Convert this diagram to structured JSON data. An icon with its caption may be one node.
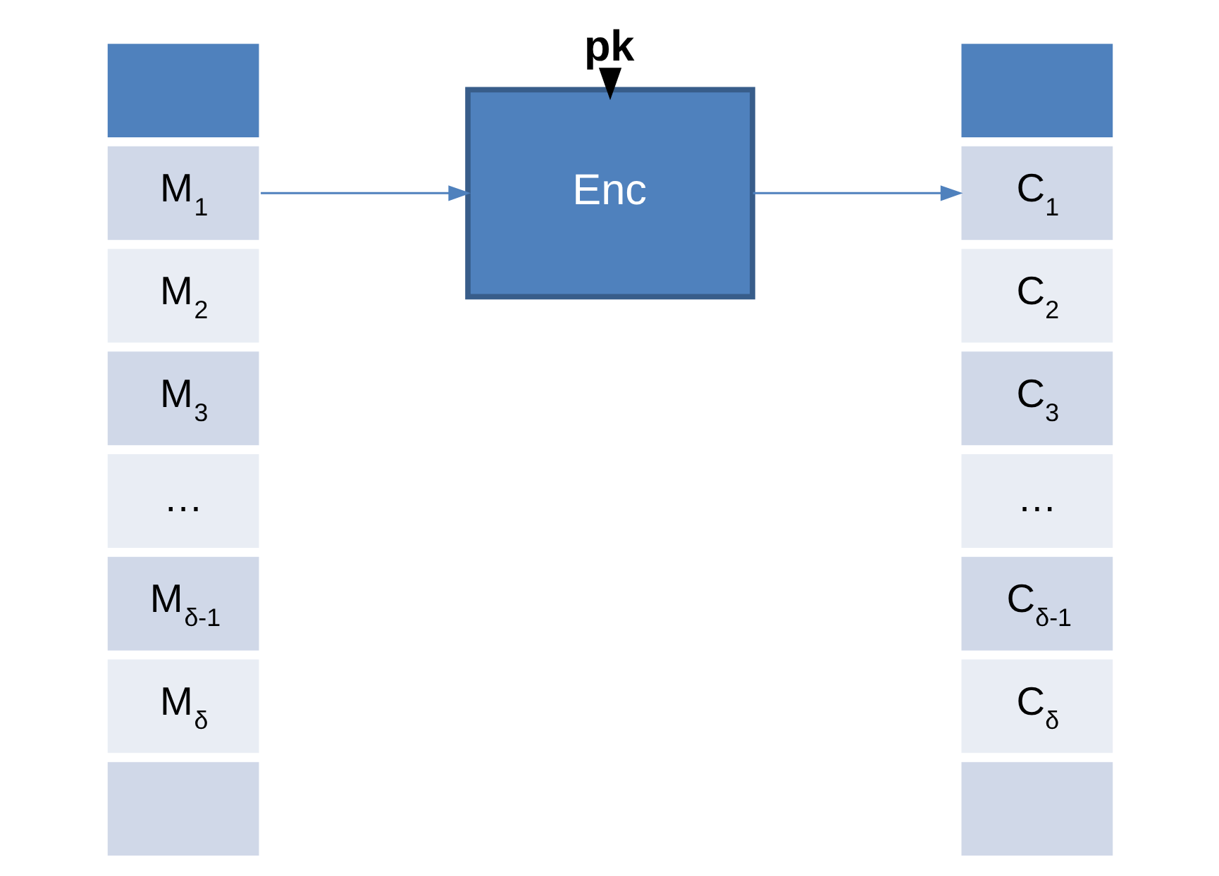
{
  "diagram": {
    "nodes": [
      {
        "text": [],
        "shape": "box"
      },
      {
        "text": [
          "M$_{1}$"
        ]
      },
      {
        "text": [
          "M$_{2}$"
        ]
      },
      {
        "text": [
          "M$_{3}$"
        ]
      },
      {
        "text": [
          "…"
        ]
      },
      {
        "text": [
          "M$_{δ-1}$"
        ]
      },
      {
        "text": [
          "M$_{δ}$"
        ]
      },
      {
        "text": [],
        "shape": "box"
      },
      {
        "text": [
          "Enc"
        ]
      },
      {
        "text": [
          "pk"
        ]
      },
      {
        "text": [],
        "shape": "box"
      },
      {
        "text": [
          "C$_{1}$"
        ]
      },
      {
        "text": [
          "C$_{2}$"
        ]
      },
      {
        "text": [
          "C$_{3}$"
        ]
      },
      {
        "text": [
          "…"
        ]
      },
      {
        "text": [
          "C$_{δ-1}$"
        ]
      },
      {
        "text": [
          "C$_{δ}$"
        ]
      },
      {
        "text": [],
        "shape": "box"
      }
    ],
    "edges": [
      {
        "from": 1,
        "to": 8,
        "arrow": "to"
      },
      {
        "from": 8,
        "to": 11,
        "arrow": "to"
      },
      {
        "from": 9,
        "to": 8,
        "arrow": "to",
        "style": "thick",
        "color": "#000000"
      }
    ]
  }
}
